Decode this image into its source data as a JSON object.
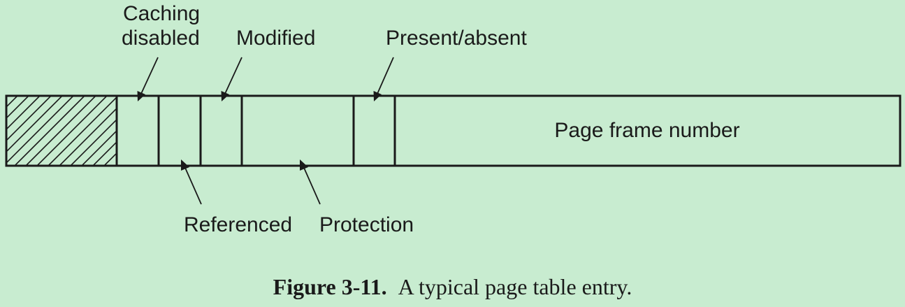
{
  "labels": {
    "caching_disabled_line1": "Caching",
    "caching_disabled_line2": "disabled",
    "modified": "Modified",
    "present_absent": "Present/absent",
    "referenced": "Referenced",
    "protection": "Protection",
    "page_frame_number": "Page frame number"
  },
  "caption": {
    "figure_number": "Figure 3-11.",
    "text": "A typical page table entry."
  },
  "colors": {
    "background": "#c8ecd0",
    "stroke": "#1a1a1a"
  }
}
